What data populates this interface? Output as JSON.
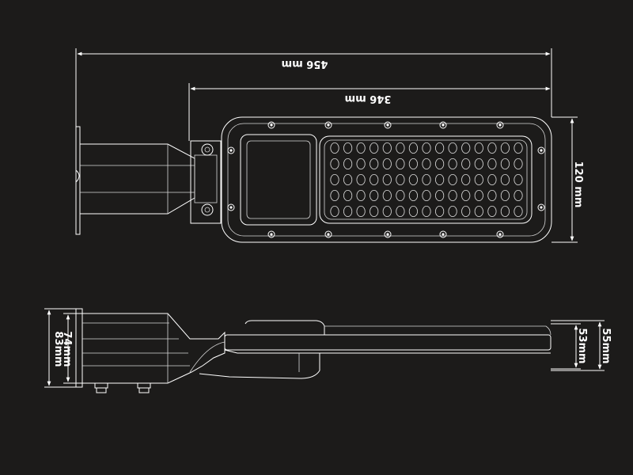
{
  "dimensions": {
    "overall_length": "456 mm",
    "body_length": "346 mm",
    "width": "120 mm",
    "mount_height_outer": "83mm",
    "mount_height_inner": "74mm",
    "body_height_outer": "55mm",
    "body_height_inner": "53mm"
  },
  "led_grid": {
    "rows": 5,
    "columns": 15
  },
  "colors": {
    "background": "#1c1b1a",
    "line": "#ffffff"
  }
}
